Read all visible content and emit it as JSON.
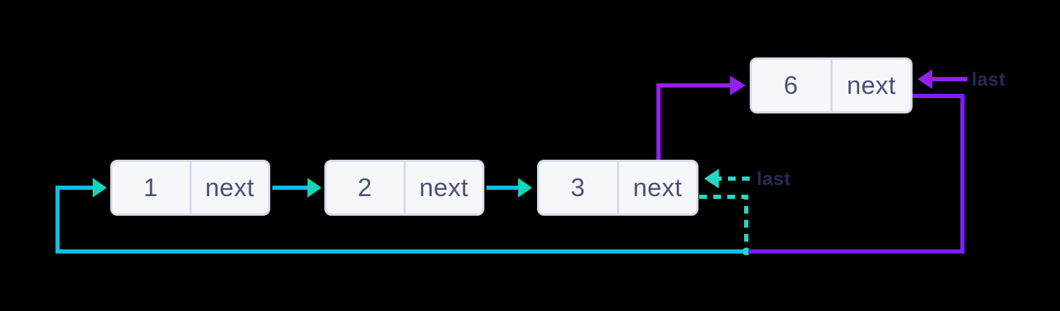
{
  "nodes": [
    {
      "id": "node-1",
      "value": "1",
      "pointer_label": "next"
    },
    {
      "id": "node-2",
      "value": "2",
      "pointer_label": "next"
    },
    {
      "id": "node-3",
      "value": "3",
      "pointer_label": "next"
    },
    {
      "id": "node-6",
      "value": "6",
      "pointer_label": "next"
    }
  ],
  "labels": {
    "last_new": "last",
    "last_old": "last"
  },
  "colors": {
    "background": "#000000",
    "cyan_line": "#0fbee2",
    "cyan_arrow": "#17d3b8",
    "teal_dashed": "#28d4c4",
    "purple_line": "#7d1efa",
    "purple_arrow": "#9320ee",
    "node_fill": "#f6f7fb",
    "node_border": "#d6dae7",
    "node_text": "#4c5078",
    "label_text": "#272b57"
  }
}
